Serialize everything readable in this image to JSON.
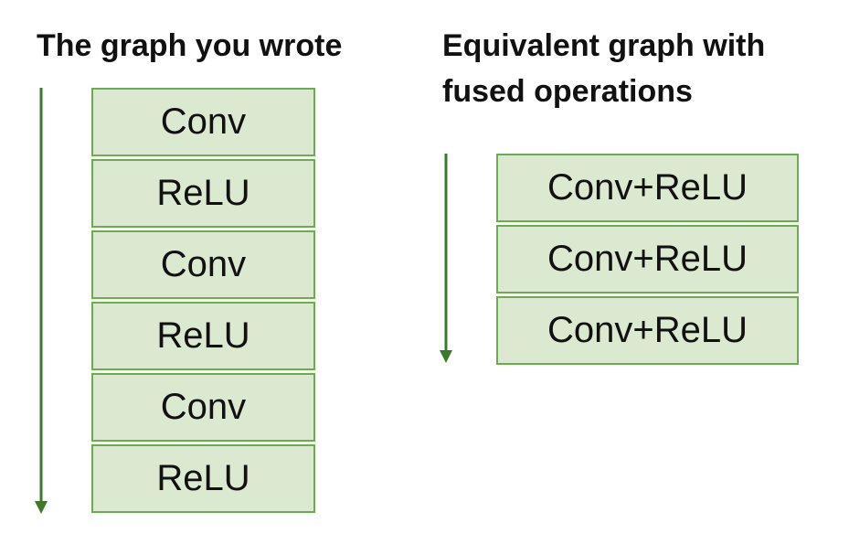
{
  "left": {
    "title": "The graph you wrote",
    "ops": [
      "Conv",
      "ReLU",
      "Conv",
      "ReLU",
      "Conv",
      "ReLU"
    ]
  },
  "right": {
    "title_line1": "Equivalent graph with",
    "title_line2": "fused operations",
    "ops": [
      "Conv+ReLU",
      "Conv+ReLU",
      "Conv+ReLU"
    ]
  },
  "colors": {
    "box_fill": "#dbe9d0",
    "box_border": "#6aad4e",
    "arrow": "#3a7a2a"
  }
}
